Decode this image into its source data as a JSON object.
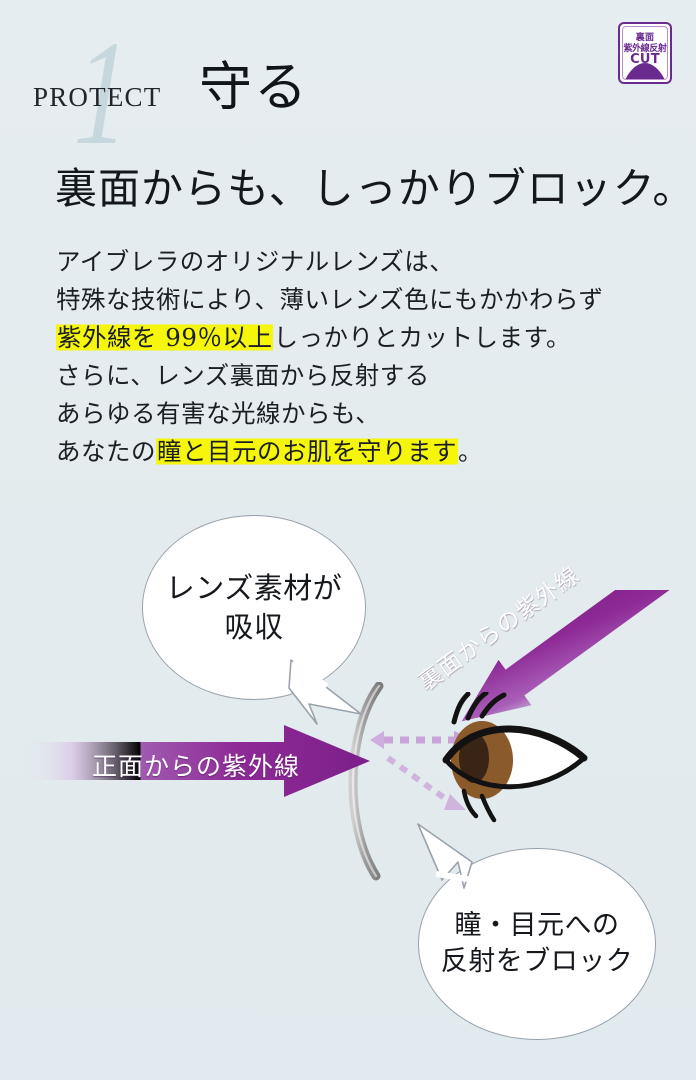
{
  "section": {
    "number": "1",
    "eyebrow": "PROTECT",
    "headline_jp": "守る"
  },
  "badge": {
    "line1": "裏面",
    "line2": "紫外線反射",
    "line3": "CUT",
    "color": "#6a2b8f"
  },
  "subhead": "裏面からも、しっかりブロック。",
  "body": {
    "line1": "アイブレラのオリジナルレンズは、",
    "line2": "特殊な技術により、薄いレンズ色にもかかわらず",
    "line3_pre": "",
    "line3_hl": "紫外線を 99％以上",
    "line3_post": "しっかりとカットします。",
    "line4": "さらに、レンズ裏面から反射する",
    "line5": "あらゆる有害な光線からも、",
    "line6_pre": "あなたの",
    "line6_hl": "瞳と目元のお肌を守ります",
    "line6_post": "。",
    "highlight_color": "#f6f60a"
  },
  "diagram": {
    "arrow_front_label": "正面からの紫外線",
    "arrow_back_label": "裏面からの紫外線",
    "bubble_absorb_line1": "レンズ素材が",
    "bubble_absorb_line2": "吸収",
    "bubble_block_line1": "瞳・目元への",
    "bubble_block_line2": "反射をブロック",
    "arrow_color": "#8e2a96",
    "arrow_color_light": "#c9a3d8",
    "lens_color": "#9a9a9a",
    "iris_color": "#8b5a2b",
    "pupil_color": "#3a2416"
  }
}
